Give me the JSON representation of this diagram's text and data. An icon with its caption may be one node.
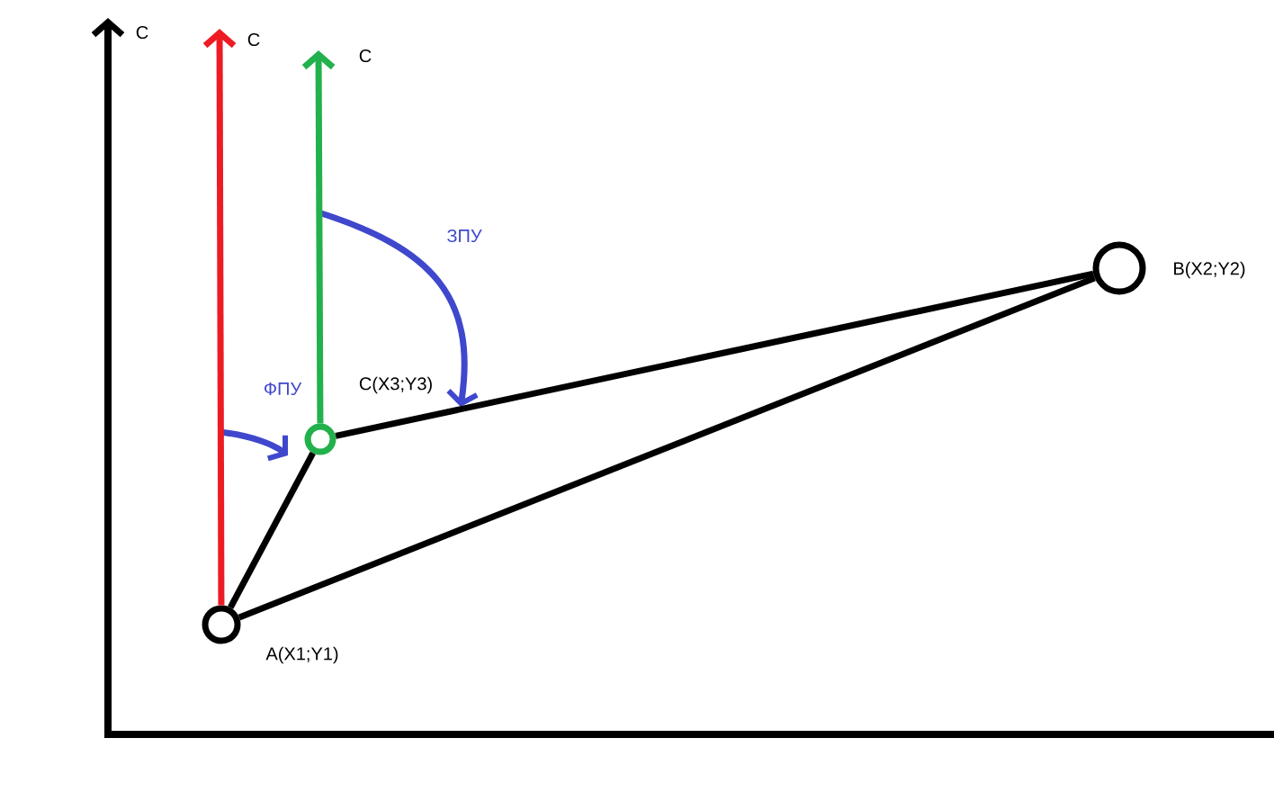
{
  "diagram": {
    "nodes": [
      {
        "text": [],
        "shape": "circle",
        "beside": [
          "A(X1;Y1)"
        ]
      },
      {
        "text": [],
        "shape": "circle",
        "beside": [
          "B(X2;Y2)"
        ]
      },
      {
        "text": [],
        "shape": "circle",
        "beside": [
          "C(X3;Y3)"
        ]
      }
    ],
    "edges": [
      {
        "from": 0,
        "to": 2,
        "arrow": "none"
      },
      {
        "from": 2,
        "to": 1,
        "arrow": "none"
      },
      {
        "from": 0,
        "to": 1,
        "arrow": "none"
      },
      {
        "from": 0,
        "to": null,
        "arrow": "to",
        "color": "#ed1c24",
        "label": "С"
      },
      {
        "from": 2,
        "to": null,
        "arrow": "to",
        "color": "#22b14c",
        "label": "С"
      }
    ],
    "labels": [
      "С",
      "ЗПУ",
      "ФПУ"
    ]
  }
}
